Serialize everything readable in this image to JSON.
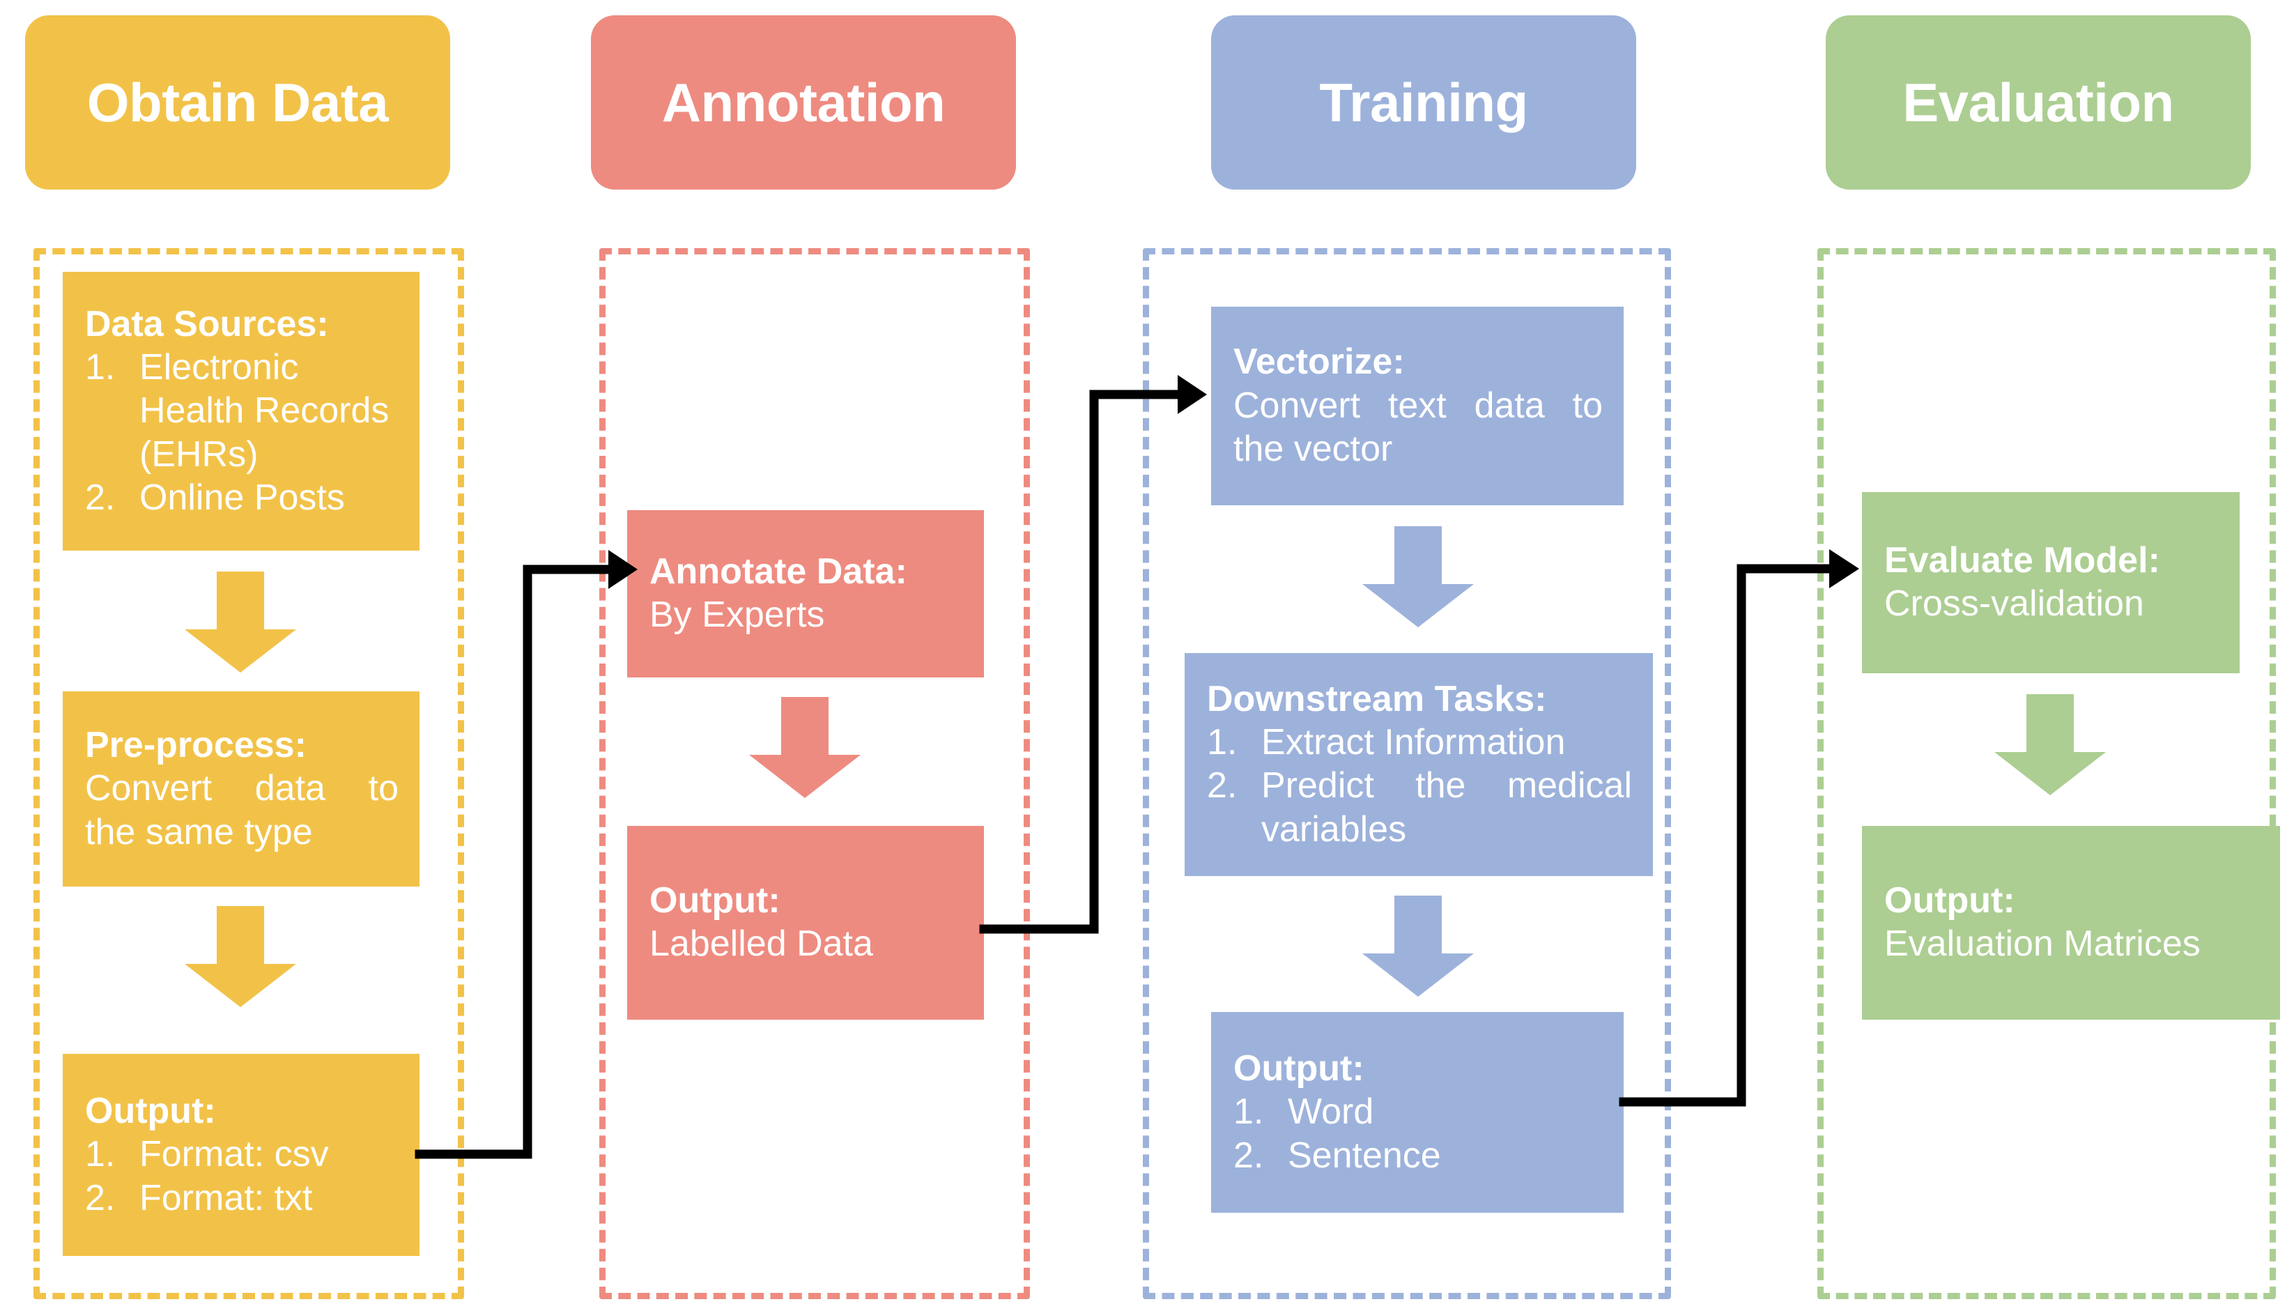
{
  "diagram": {
    "type": "flowchart",
    "title": "NLP pipeline for medical text: Obtain Data, Annotation, Training, Evaluation",
    "orientation": "left-to-right, four stages"
  },
  "colors": {
    "yellow": "#F2C248",
    "yellow_dash": "#F2C248",
    "red": "#EE8B80",
    "red_dash": "#EE8B80",
    "blue": "#9DB2DB",
    "blue_dash": "#9DB2DB",
    "green": "#ACCE92",
    "green_dash": "#ACCE92",
    "connector": "#000000",
    "text_on_fill": "#FFFFFF",
    "background": "#FFFFFF"
  },
  "stages": [
    {
      "id": "obtain-data",
      "header": "Obtain Data",
      "accent": "#F2C248",
      "nodes": [
        {
          "id": "data-sources",
          "title": "Data Sources:",
          "items": [
            {
              "num": "1.",
              "text": "Electronic Health Records (EHRs)"
            },
            {
              "num": "2.",
              "text": "Online Posts"
            }
          ]
        },
        {
          "id": "pre-process",
          "title": "Pre-process:",
          "lines": [
            "Convert data to",
            "the same type"
          ]
        },
        {
          "id": "obtain-output",
          "title": "Output:",
          "items": [
            {
              "num": "1.",
              "text": "Format: csv"
            },
            {
              "num": "2.",
              "text": "Format: txt"
            }
          ]
        }
      ]
    },
    {
      "id": "annotation",
      "header": "Annotation",
      "accent": "#EE8B80",
      "nodes": [
        {
          "id": "annotate-data",
          "title": "Annotate Data:",
          "lines": [
            "By Experts"
          ]
        },
        {
          "id": "annotation-output",
          "title": "Output:",
          "lines": [
            "Labelled Data"
          ]
        }
      ]
    },
    {
      "id": "training",
      "header": "Training",
      "accent": "#9DB2DB",
      "nodes": [
        {
          "id": "vectorize",
          "title": "Vectorize:",
          "lines": [
            "Convert text data to",
            "the vector"
          ]
        },
        {
          "id": "downstream-tasks",
          "title": "Downstream Tasks:",
          "items": [
            {
              "num": "1.",
              "text": "Extract Information"
            },
            {
              "num": "2.",
              "text": "Predict the medical variables"
            }
          ]
        },
        {
          "id": "training-output",
          "title": "Output:",
          "items": [
            {
              "num": "1.",
              "text": "Word"
            },
            {
              "num": "2.",
              "text": "Sentence"
            }
          ]
        }
      ]
    },
    {
      "id": "evaluation",
      "header": "Evaluation",
      "accent": "#ACCE92",
      "nodes": [
        {
          "id": "evaluate-model",
          "title": "Evaluate Model:",
          "lines": [
            "Cross-validation"
          ]
        },
        {
          "id": "evaluation-output",
          "title": "Output:",
          "lines": [
            "Evaluation Matrices"
          ]
        }
      ]
    }
  ],
  "connectors": [
    {
      "id": "obtain-to-annotation",
      "from": "obtain-output",
      "to": "annotate-data",
      "style": "elbow",
      "color": "#000000"
    },
    {
      "id": "annotation-to-training",
      "from": "annotation-output",
      "to": "vectorize",
      "style": "elbow",
      "color": "#000000"
    },
    {
      "id": "training-to-evaluation",
      "from": "training-output",
      "to": "evaluate-model",
      "style": "elbow",
      "color": "#000000"
    }
  ],
  "inner_arrows": [
    {
      "id": "arrow-sources-to-preprocess",
      "stage": "obtain-data",
      "direction": "down"
    },
    {
      "id": "arrow-preprocess-to-output",
      "stage": "obtain-data",
      "direction": "down"
    },
    {
      "id": "arrow-annotate-to-output",
      "stage": "annotation",
      "direction": "down"
    },
    {
      "id": "arrow-vectorize-to-tasks",
      "stage": "training",
      "direction": "down"
    },
    {
      "id": "arrow-tasks-to-output",
      "stage": "training",
      "direction": "down"
    },
    {
      "id": "arrow-evaluate-to-output",
      "stage": "evaluation",
      "direction": "down"
    }
  ]
}
